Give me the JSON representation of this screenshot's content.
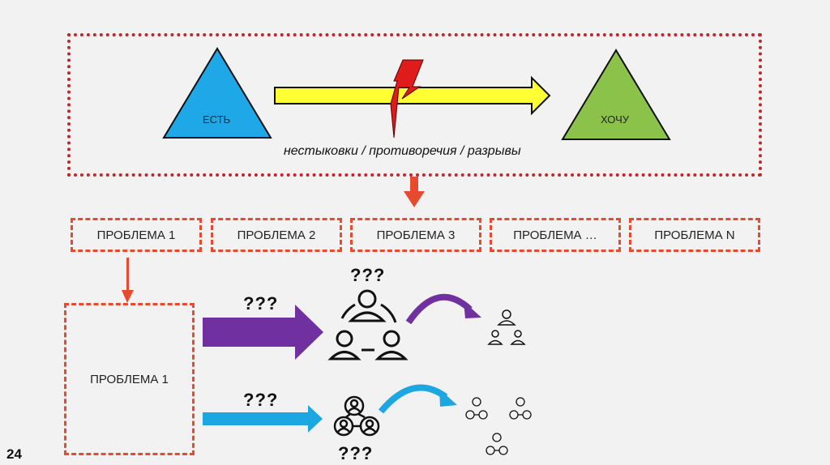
{
  "top": {
    "left_label": "ЕСТЬ",
    "right_label": "ХОЧУ",
    "caption": "нестыковки / противоречия / разрывы"
  },
  "problems": [
    "ПРОБЛЕМА 1",
    "ПРОБЛЕМА 2",
    "ПРОБЛЕМА 3",
    "ПРОБЛЕМА …",
    "ПРОБЛЕМА N"
  ],
  "detail": {
    "box_label": "ПРОБЛЕМА 1",
    "q_top_arrow": "???",
    "q_bottom_arrow": "???",
    "q_group_top": "???",
    "q_group_bottom": "???"
  },
  "colors": {
    "blue_triangle": "#1fa8e8",
    "green_triangle": "#8bc34a",
    "yellow_arrow": "#ffff33",
    "lightning": "#e01b1b",
    "dashed_border": "#e84a2f",
    "purple_arrow": "#7030a0",
    "cyan_arrow": "#1ca7e3"
  },
  "icons": [
    "people-group-icon",
    "network-people-icon",
    "lightning-icon"
  ],
  "page_number": "24"
}
